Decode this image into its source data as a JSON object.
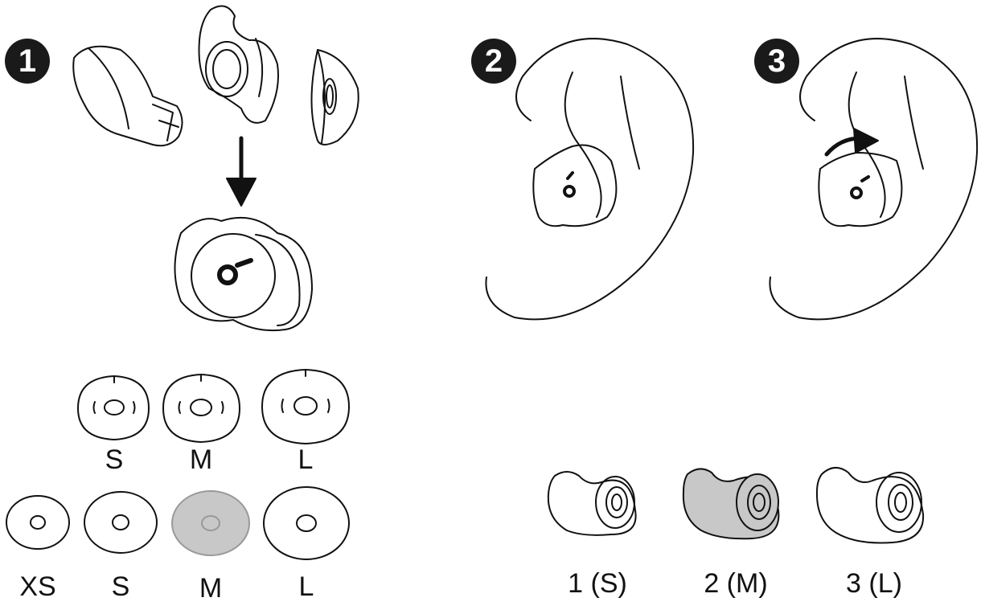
{
  "steps": [
    {
      "number": "1"
    },
    {
      "number": "2"
    },
    {
      "number": "3"
    }
  ],
  "ear_wing_sizes": [
    {
      "label": "S",
      "highlighted": false
    },
    {
      "label": "M",
      "highlighted": false
    },
    {
      "label": "L",
      "highlighted": false
    }
  ],
  "ear_tip_sizes": [
    {
      "label": "XS",
      "highlighted": false
    },
    {
      "label": "S",
      "highlighted": false
    },
    {
      "label": "M",
      "highlighted": true
    },
    {
      "label": "L",
      "highlighted": false
    }
  ],
  "sleeve_sizes": [
    {
      "label": "1 (S)",
      "highlighted": false
    },
    {
      "label": "2 (M)",
      "highlighted": true
    },
    {
      "label": "3 (L)",
      "highlighted": false
    }
  ],
  "colors": {
    "line": "#111111",
    "highlight_fill": "#c8c8c8",
    "badge": "#1a1a1a"
  }
}
